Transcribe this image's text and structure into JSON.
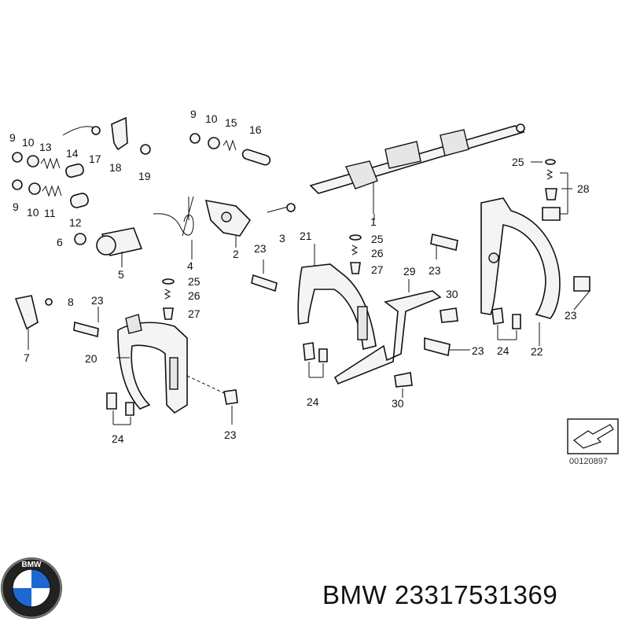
{
  "part_labels": [
    "1",
    "2",
    "3",
    "4",
    "5",
    "6",
    "7",
    "8",
    "9",
    "10",
    "11",
    "12",
    "13",
    "14",
    "15",
    "16",
    "17",
    "18",
    "19",
    "20",
    "21",
    "22",
    "23",
    "24",
    "25",
    "26",
    "27",
    "28",
    "29",
    "30"
  ],
  "diagram_code": "00120897",
  "caption": {
    "brand": "BMW",
    "part_number": "23317531369"
  },
  "logo": {
    "text": "BMW",
    "colors": {
      "blue": "#1c69d4",
      "white": "#ffffff",
      "ring": "#111111"
    }
  }
}
